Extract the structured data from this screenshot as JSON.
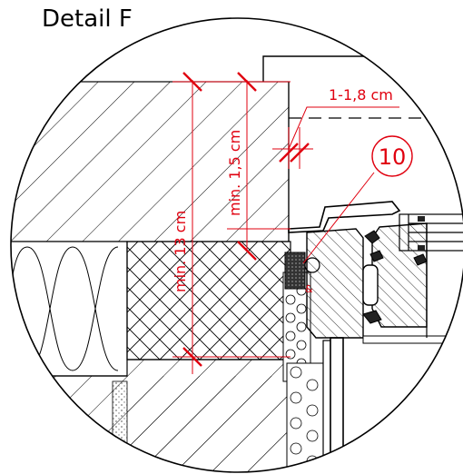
{
  "title": "Detail F",
  "colors": {
    "line": "#000000",
    "dimension": "#e0000f",
    "insulation_fill": "#444444",
    "gravel": "#888888"
  },
  "dimensions": {
    "joint_width": "1-1,8 cm",
    "min_overlap": "min. 1,5 cm",
    "min_depth": "min. 13 cm"
  },
  "callout": {
    "number": "10"
  }
}
